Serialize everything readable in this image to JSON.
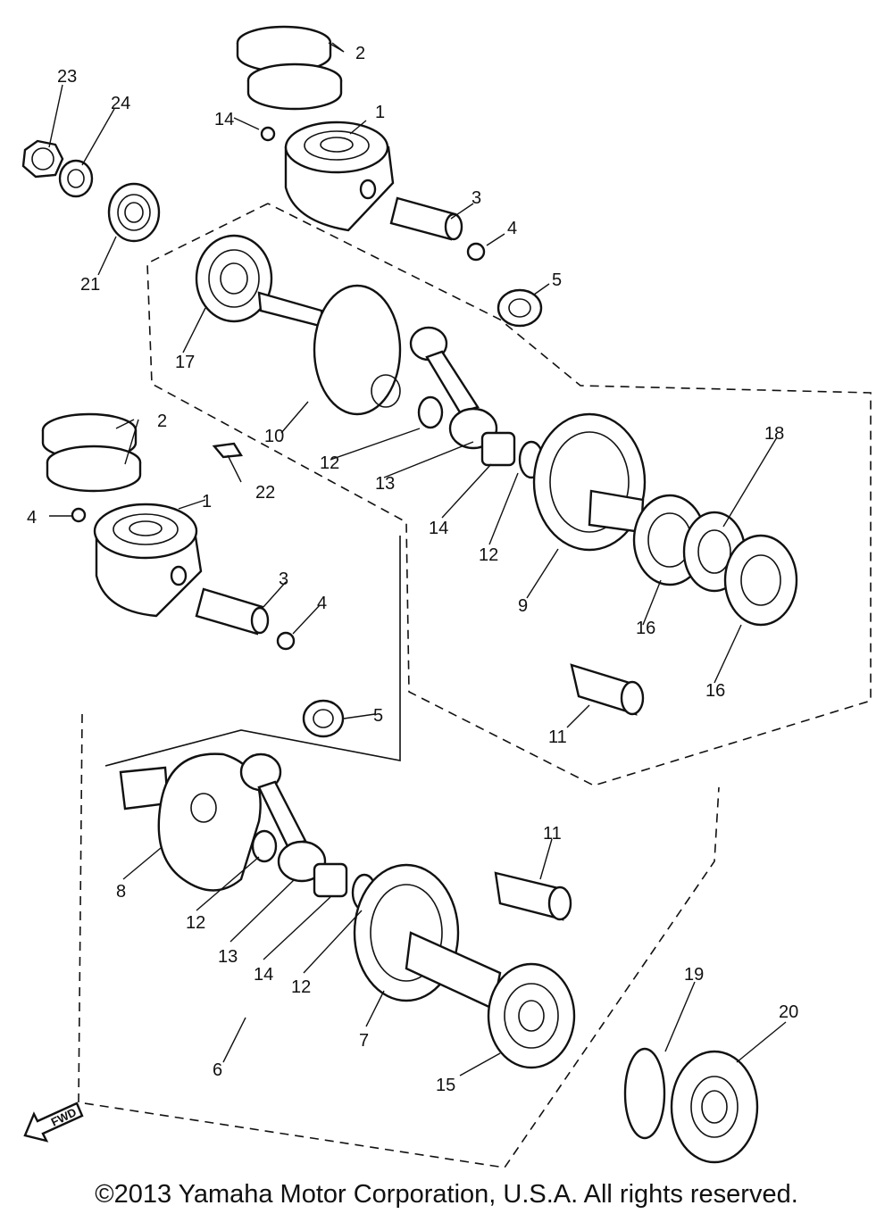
{
  "diagram": {
    "callouts": {
      "c1a": "1",
      "c1b": "1",
      "c2a": "2",
      "c2b": "2",
      "c3a": "3",
      "c3b": "3",
      "c4a": "4",
      "c4b": "4",
      "c4c": "4",
      "c5a": "5",
      "c5b": "5",
      "c6": "6",
      "c7": "7",
      "c8": "8",
      "c9": "9",
      "c10": "10",
      "c11a": "11",
      "c11b": "11",
      "c12a": "12",
      "c12b": "12",
      "c12c": "12",
      "c12d": "12",
      "c13a": "13",
      "c13b": "13",
      "c14a": "14",
      "c14b": "14",
      "c14c": "14",
      "c15": "15",
      "c16a": "16",
      "c16b": "16",
      "c17": "17",
      "c18": "18",
      "c19": "19",
      "c20": "20",
      "c21": "21",
      "c22": "22",
      "c23": "23",
      "c24": "24"
    },
    "fwd_label": "FWD"
  },
  "footer": {
    "copyright": "©2013 Yamaha Motor Corporation, U.S.A. All rights reserved."
  }
}
